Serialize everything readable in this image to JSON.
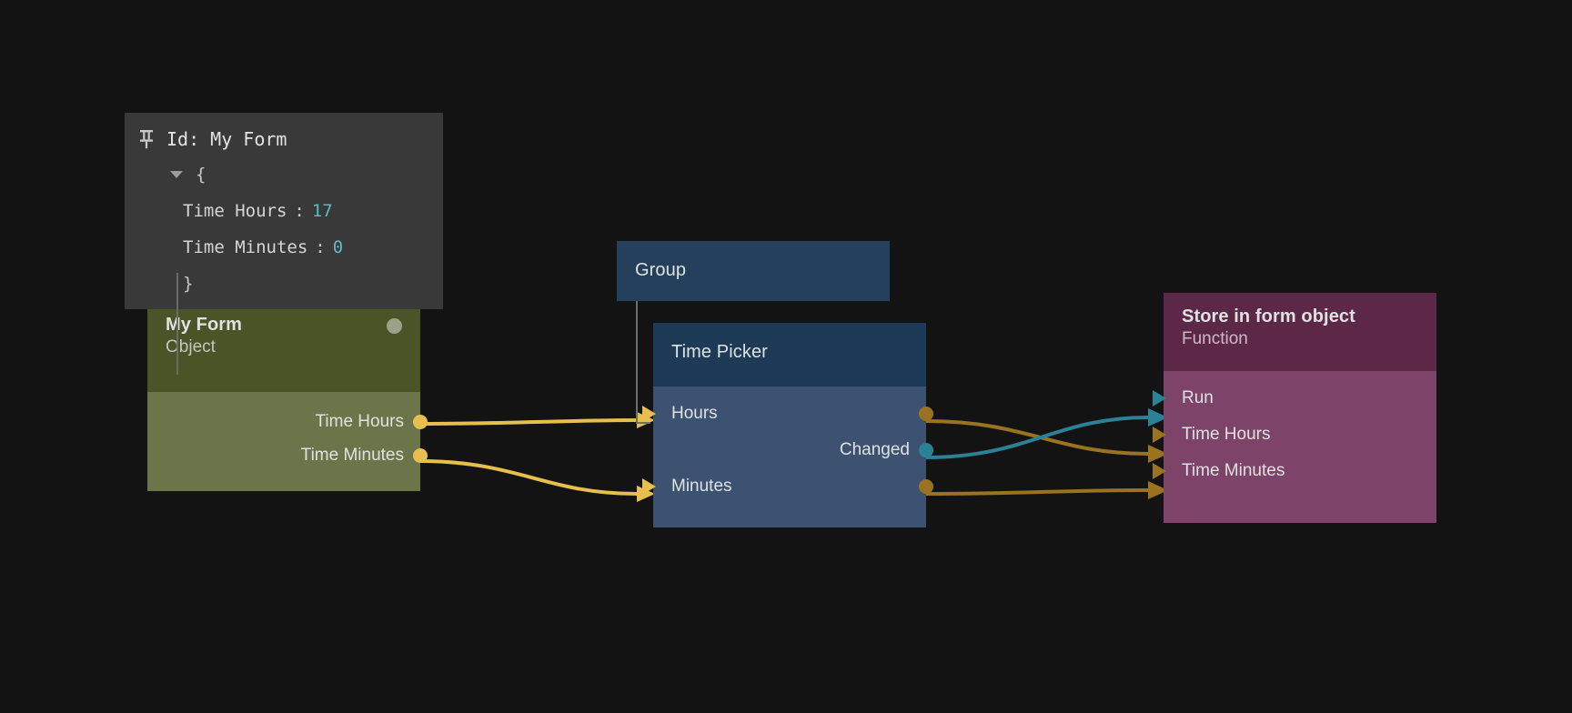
{
  "canvas": {
    "background": "#131313"
  },
  "inspector": {
    "pin_icon": "pin-icon",
    "title": "Id: My Form",
    "open_brace": "{",
    "close_brace": "}",
    "entries": [
      {
        "key": "Time Hours",
        "separator": ":",
        "value": "17"
      },
      {
        "key": "Time Minutes",
        "separator": ":",
        "value": "0"
      }
    ],
    "value_color": "#5fb9c4",
    "panel_color": "#393939"
  },
  "nodes": {
    "my_form": {
      "title": "My Form",
      "subtitle": "Object",
      "header_color": "#4a5527",
      "body_color": "#6b7549",
      "status_dot": "status-dot",
      "outputs": [
        {
          "label": "Time Hours",
          "port": "amber-bright"
        },
        {
          "label": "Time Minutes",
          "port": "amber-bright"
        }
      ]
    },
    "group": {
      "title": "Group",
      "header_color": "#24405c"
    },
    "time_picker": {
      "title": "Time Picker",
      "header_color": "#1d3a57",
      "body_color": "#3d5270",
      "inputs": [
        {
          "label": "Hours",
          "port": "amber-bright"
        },
        {
          "label": "Minutes",
          "port": "amber-bright"
        }
      ],
      "outputs": [
        {
          "label": "Hours",
          "port": "amber-dark"
        },
        {
          "label": "Changed",
          "port": "teal"
        },
        {
          "label": "Minutes",
          "port": "amber-dark"
        }
      ]
    },
    "store_in_form_object": {
      "title": "Store in form object",
      "subtitle": "Function",
      "header_color": "#5d2748",
      "body_color": "#7d4368",
      "inputs": [
        {
          "label": "Run",
          "port": "teal"
        },
        {
          "label": "Time Hours",
          "port": "amber-dark"
        },
        {
          "label": "Time Minutes",
          "port": "amber-dark"
        }
      ]
    }
  },
  "connections": [
    {
      "from": "my_form.Time Hours",
      "to": "time_picker.Hours",
      "color": "#e8bf4e"
    },
    {
      "from": "my_form.Time Minutes",
      "to": "time_picker.Minutes",
      "color": "#e8bf4e"
    },
    {
      "from": "time_picker.Hours",
      "to": "store_in_form_object.Time Hours",
      "color": "#9a7320"
    },
    {
      "from": "time_picker.Changed",
      "to": "store_in_form_object.Run",
      "color": "#2b8296"
    },
    {
      "from": "time_picker.Minutes",
      "to": "store_in_form_object.Time Minutes",
      "color": "#9a7320"
    }
  ]
}
